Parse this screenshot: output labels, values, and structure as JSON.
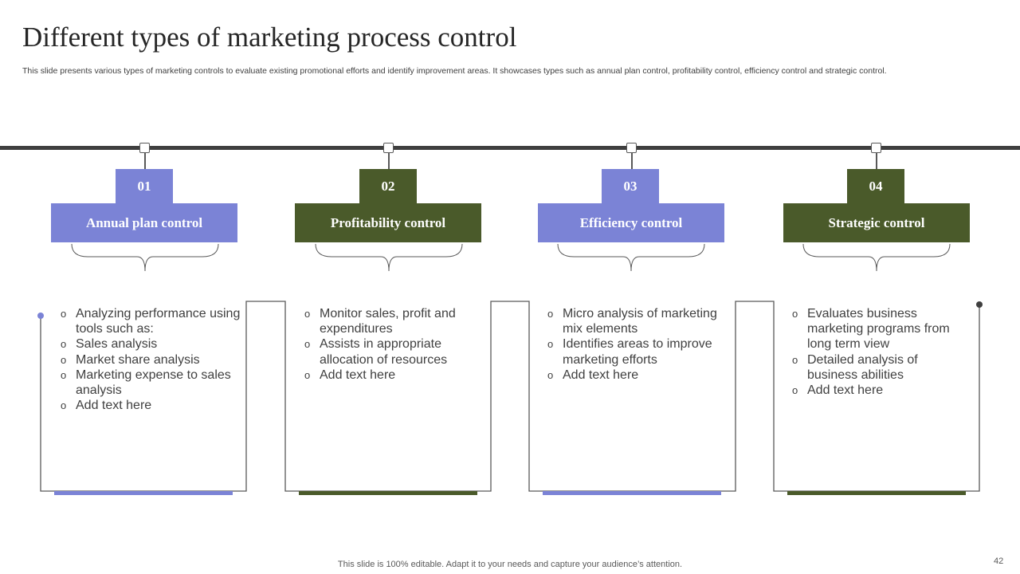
{
  "slide": {
    "title": "Different types of marketing process control",
    "subtitle": "This slide presents various types of marketing controls to evaluate existing promotional efforts and identify improvement areas. It showcases types such as annual plan control, profitability control, efficiency control and strategic control.",
    "footer": "This slide is 100% editable. Adapt it to your needs and capture your audience’s attention.",
    "page_number": "42"
  },
  "colors": {
    "purple": "#7b83d6",
    "green": "#4a5a2a",
    "line": "#3f3f3f"
  },
  "steps": [
    {
      "number": "01",
      "heading": "Annual plan control",
      "color": "purple",
      "bullets": [
        "Analyzing performance using tools such as:",
        "Sales analysis",
        "Market share analysis",
        "Marketing expense to sales analysis",
        "Add text here"
      ]
    },
    {
      "number": "02",
      "heading": "Profitability control",
      "color": "green",
      "bullets": [
        "Monitor sales, profit and expenditures",
        "Assists in appropriate allocation of resources",
        "Add text here"
      ]
    },
    {
      "number": "03",
      "heading": "Efficiency control",
      "color": "purple",
      "bullets": [
        "Micro analysis of marketing mix elements",
        "Identifies areas to improve marketing efforts",
        "Add text here"
      ]
    },
    {
      "number": "04",
      "heading": "Strategic control",
      "color": "green",
      "bullets": [
        "Evaluates business marketing programs from long term view",
        "Detailed analysis of business abilities",
        "Add text here"
      ]
    }
  ]
}
